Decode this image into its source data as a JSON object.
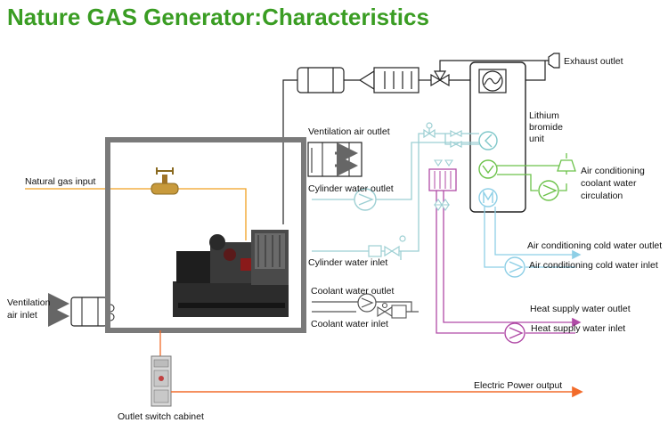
{
  "title": "Nature GAS Generator:Characteristics",
  "labels": {
    "exhaust_outlet": "Exhaust outlet",
    "lithium_1": "Lithium",
    "lithium_2": "bromide",
    "lithium_3": "unit",
    "ventilation_air_outlet": "Ventilation air outlet",
    "natural_gas_input": "Natural gas input",
    "cylinder_water_outlet": "Cylinder water outlet",
    "cylinder_water_inlet": "Cylinder water inlet",
    "coolant_water_outlet": "Coolant water outlet",
    "coolant_water_inlet": "Coolant  water inlet",
    "ventilation_air_inlet_1": "Ventilation",
    "ventilation_air_inlet_2": "air inlet",
    "ac_coolant_1": "Air conditioning",
    "ac_coolant_2": "coolant water",
    "ac_coolant_3": "circulation",
    "ac_cold_outlet": "Air conditioning cold water outlet",
    "ac_cold_inlet": "Air conditioning cold water inlet",
    "heat_supply_outlet": "Heat supply water outlet",
    "heat_supply_inlet": "Heat supply water inlet",
    "electric_power_output": "Electric Power output",
    "outlet_switch_cabinet": "Outlet switch cabinet"
  },
  "colors": {
    "title": "#3a9d23",
    "gas_line": "#f0a020",
    "cold_water_line": "#8ecfe6",
    "cylinder_line": "#9ccfd3",
    "green_line": "#6cc24a",
    "heat_line": "#b04aa6",
    "power_line": "#f26b2a",
    "room_border": "#7a7a7a"
  },
  "icons": {
    "exhaust": "exhaust-outlet-icon",
    "gas_valve": "gas-valve-icon",
    "generator": "generator-set-icon",
    "cabinet": "switch-cabinet-icon",
    "pump": "pump-icon",
    "heat_exchanger": "heat-exchanger-icon"
  }
}
